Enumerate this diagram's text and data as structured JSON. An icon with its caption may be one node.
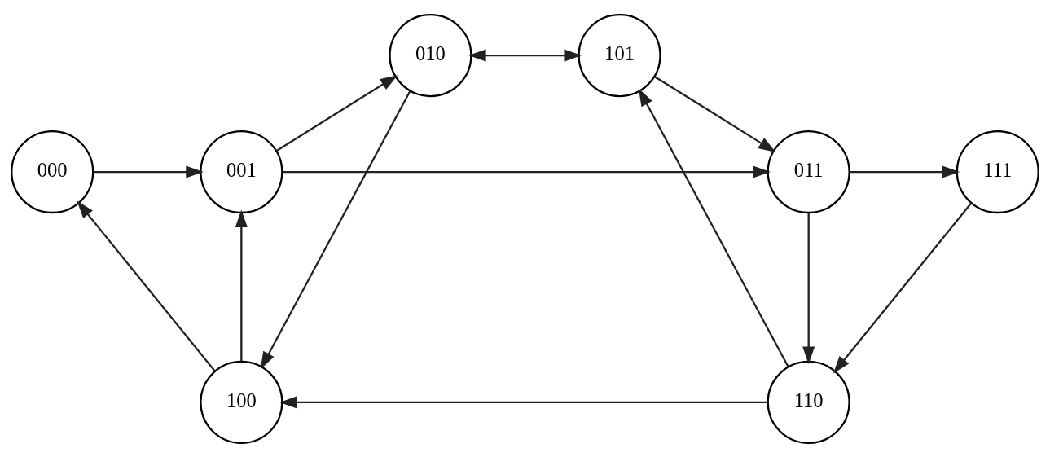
{
  "diagram": {
    "nodes": [
      {
        "text": [
          "000"
        ]
      },
      {
        "text": [
          "001"
        ]
      },
      {
        "text": [
          "100"
        ]
      },
      {
        "text": [
          "010"
        ]
      },
      {
        "text": [
          "101"
        ]
      },
      {
        "text": [
          "011"
        ]
      },
      {
        "text": [
          "111"
        ]
      },
      {
        "text": [
          "110"
        ]
      }
    ],
    "edges": [
      {
        "from": 0,
        "to": 1,
        "arrow": "to"
      },
      {
        "from": 2,
        "to": 0,
        "arrow": "to"
      },
      {
        "from": 2,
        "to": 1,
        "arrow": "to"
      },
      {
        "from": 1,
        "to": 3,
        "arrow": "to"
      },
      {
        "from": 3,
        "to": 2,
        "arrow": "to"
      },
      {
        "from": 1,
        "to": 5,
        "arrow": "to"
      },
      {
        "from": 3,
        "to": 4,
        "arrow": "both"
      },
      {
        "from": 4,
        "to": 5,
        "arrow": "to"
      },
      {
        "from": 5,
        "to": 7,
        "arrow": "to"
      },
      {
        "from": 5,
        "to": 6,
        "arrow": "to"
      },
      {
        "from": 6,
        "to": 7,
        "arrow": "to"
      },
      {
        "from": 7,
        "to": 4,
        "arrow": "to"
      },
      {
        "from": 7,
        "to": 2,
        "arrow": "to"
      }
    ]
  }
}
